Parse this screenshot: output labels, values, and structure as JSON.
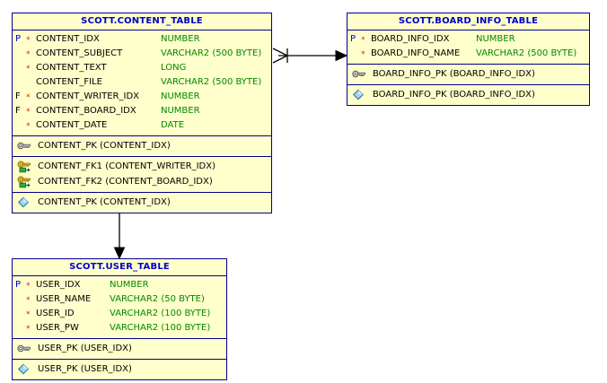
{
  "diagram": {
    "background": "#ffffff",
    "table_fill": "#ffffcc",
    "border_color": "#00008b",
    "title_color": "#0000cc",
    "type_color": "#008800",
    "required_color": "#dd2200"
  },
  "tables": [
    {
      "id": "content",
      "title": "SCOTT.CONTENT_TABLE",
      "columns": [
        {
          "key": "P",
          "required": "*",
          "name": "CONTENT_IDX",
          "type": "NUMBER"
        },
        {
          "key": "",
          "required": "*",
          "name": "CONTENT_SUBJECT",
          "type": "VARCHAR2 (500 BYTE)"
        },
        {
          "key": "",
          "required": "*",
          "name": "CONTENT_TEXT",
          "type": "LONG"
        },
        {
          "key": "",
          "required": "",
          "name": "CONTENT_FILE",
          "type": "VARCHAR2 (500 BYTE)"
        },
        {
          "key": "F",
          "required": "*",
          "name": "CONTENT_WRITER_IDX",
          "type": "NUMBER"
        },
        {
          "key": "F",
          "required": "*",
          "name": "CONTENT_BOARD_IDX",
          "type": "NUMBER"
        },
        {
          "key": "",
          "required": "*",
          "name": "CONTENT_DATE",
          "type": "DATE"
        }
      ],
      "indexes": [
        {
          "icon": "index-key-icon",
          "label": "CONTENT_PK (CONTENT_IDX)"
        }
      ],
      "foreign_keys": [
        {
          "icon": "foreign-key-icon",
          "label": "CONTENT_FK1 (CONTENT_WRITER_IDX)"
        },
        {
          "icon": "foreign-key-icon",
          "label": "CONTENT_FK2 (CONTENT_BOARD_IDX)"
        }
      ],
      "constraints": [
        {
          "icon": "constraint-diamond-icon",
          "label": "CONTENT_PK (CONTENT_IDX)"
        }
      ]
    },
    {
      "id": "board",
      "title": "SCOTT.BOARD_INFO_TABLE",
      "columns": [
        {
          "key": "P",
          "required": "*",
          "name": "BOARD_INFO_IDX",
          "type": "NUMBER"
        },
        {
          "key": "",
          "required": "*",
          "name": "BOARD_INFO_NAME",
          "type": "VARCHAR2 (500 BYTE)"
        }
      ],
      "indexes": [
        {
          "icon": "index-key-icon",
          "label": "BOARD_INFO_PK (BOARD_INFO_IDX)"
        }
      ],
      "foreign_keys": [],
      "constraints": [
        {
          "icon": "constraint-diamond-icon",
          "label": "BOARD_INFO_PK (BOARD_INFO_IDX)"
        }
      ]
    },
    {
      "id": "user",
      "title": "SCOTT.USER_TABLE",
      "columns": [
        {
          "key": "P",
          "required": "*",
          "name": "USER_IDX",
          "type": "NUMBER"
        },
        {
          "key": "",
          "required": "*",
          "name": "USER_NAME",
          "type": "VARCHAR2 (50 BYTE)"
        },
        {
          "key": "",
          "required": "*",
          "name": "USER_ID",
          "type": "VARCHAR2 (100 BYTE)"
        },
        {
          "key": "",
          "required": "*",
          "name": "USER_PW",
          "type": "VARCHAR2 (100 BYTE)"
        }
      ],
      "indexes": [
        {
          "icon": "index-key-icon",
          "label": "USER_PK (USER_IDX)"
        }
      ],
      "foreign_keys": [],
      "constraints": [
        {
          "icon": "constraint-diamond-icon",
          "label": "USER_PK (USER_IDX)"
        }
      ]
    }
  ],
  "relationships": [
    {
      "name": "content-to-board",
      "from": "content",
      "to": "board",
      "from_cardinality": "many",
      "to_cardinality": "one"
    },
    {
      "name": "content-to-user",
      "from": "content",
      "to": "user",
      "from_cardinality": "many",
      "to_cardinality": "one"
    }
  ]
}
